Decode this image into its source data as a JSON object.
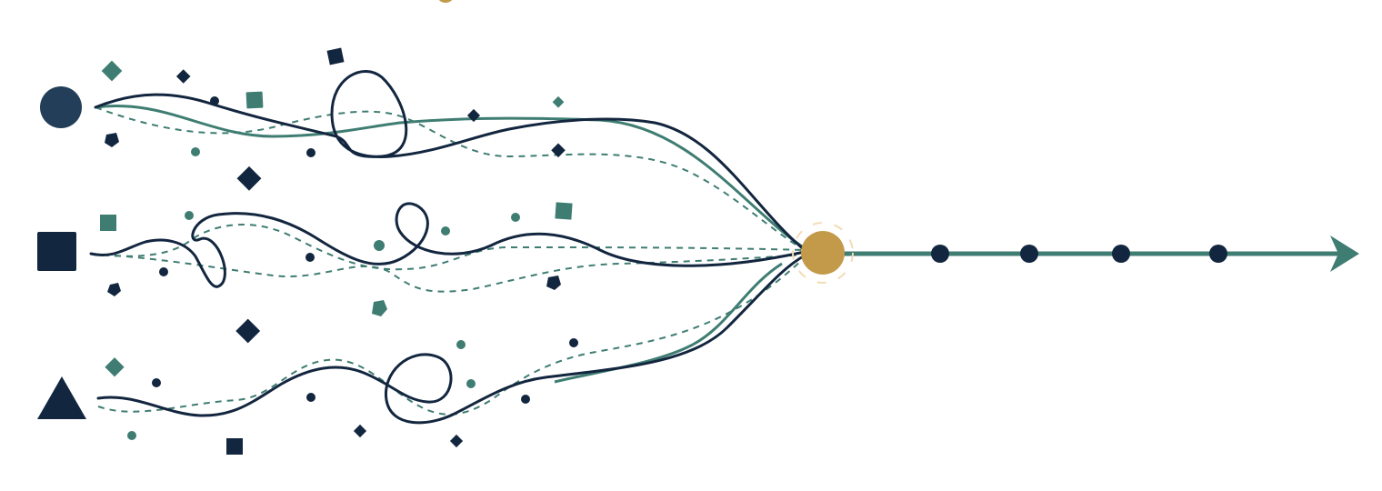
{
  "colors": {
    "navy": "#13263f",
    "teal": "#3f7d72",
    "gold": "#c39a49",
    "halo": "#f2dcb6",
    "background": "#ffffff"
  },
  "sources": [
    {
      "shape": "circle",
      "color": "#233e58"
    },
    {
      "shape": "square",
      "color": "#13263f"
    },
    {
      "shape": "triangle",
      "color": "#13263f"
    }
  ],
  "paths": {
    "per_source": 3,
    "styles": [
      "solid-navy",
      "dashed-teal",
      "solid-teal"
    ]
  },
  "convergence_node": {
    "shape": "circle",
    "color": "#c39a49",
    "halo": true
  },
  "output_line": {
    "direction": "right",
    "arrowhead": true,
    "milestones": 4,
    "color": "#3f7d72",
    "milestone_color": "#13263f"
  },
  "scatter": {
    "shapes": [
      "diamond",
      "square",
      "dot",
      "pentagon"
    ],
    "colors": [
      "#13263f",
      "#3f7d72"
    ]
  }
}
